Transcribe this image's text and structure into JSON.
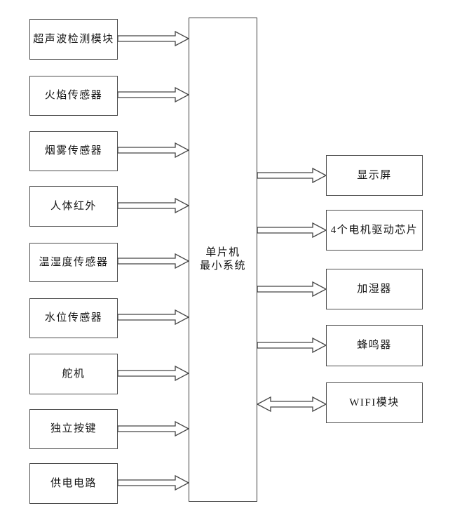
{
  "diagram": {
    "mcu": {
      "lines": [
        "单片机",
        "最小系统"
      ]
    },
    "left_nodes": [
      {
        "label": "超声波检测模块"
      },
      {
        "label": "火焰传感器"
      },
      {
        "label": "烟雾传感器"
      },
      {
        "label": "人体红外"
      },
      {
        "label": "温湿度传感器"
      },
      {
        "label": "水位传感器"
      },
      {
        "label": "舵机"
      },
      {
        "label": "独立按键"
      },
      {
        "label": "供电电路"
      }
    ],
    "right_nodes": [
      {
        "label": "显示屏"
      },
      {
        "label": "4个电机驱动芯片"
      },
      {
        "label": "加湿器"
      },
      {
        "label": "蜂鸣器"
      },
      {
        "label": "WIFI模块"
      }
    ],
    "connections": [
      {
        "from": "超声波检测模块",
        "to": "单片机最小系统",
        "bidirectional": false
      },
      {
        "from": "火焰传感器",
        "to": "单片机最小系统",
        "bidirectional": false
      },
      {
        "from": "烟雾传感器",
        "to": "单片机最小系统",
        "bidirectional": false
      },
      {
        "from": "人体红外",
        "to": "单片机最小系统",
        "bidirectional": false
      },
      {
        "from": "温湿度传感器",
        "to": "单片机最小系统",
        "bidirectional": false
      },
      {
        "from": "水位传感器",
        "to": "单片机最小系统",
        "bidirectional": false
      },
      {
        "from": "舵机",
        "to": "单片机最小系统",
        "bidirectional": false
      },
      {
        "from": "独立按键",
        "to": "单片机最小系统",
        "bidirectional": false
      },
      {
        "from": "供电电路",
        "to": "单片机最小系统",
        "bidirectional": false
      },
      {
        "from": "单片机最小系统",
        "to": "显示屏",
        "bidirectional": false
      },
      {
        "from": "单片机最小系统",
        "to": "4个电机驱动芯片",
        "bidirectional": false
      },
      {
        "from": "单片机最小系统",
        "to": "加湿器",
        "bidirectional": false
      },
      {
        "from": "单片机最小系统",
        "to": "蜂鸣器",
        "bidirectional": false
      },
      {
        "from": "单片机最小系统",
        "to": "WIFI模块",
        "bidirectional": true
      }
    ],
    "colors": {
      "background": "#ffffff",
      "line": "#454545",
      "text": "#141414"
    }
  }
}
